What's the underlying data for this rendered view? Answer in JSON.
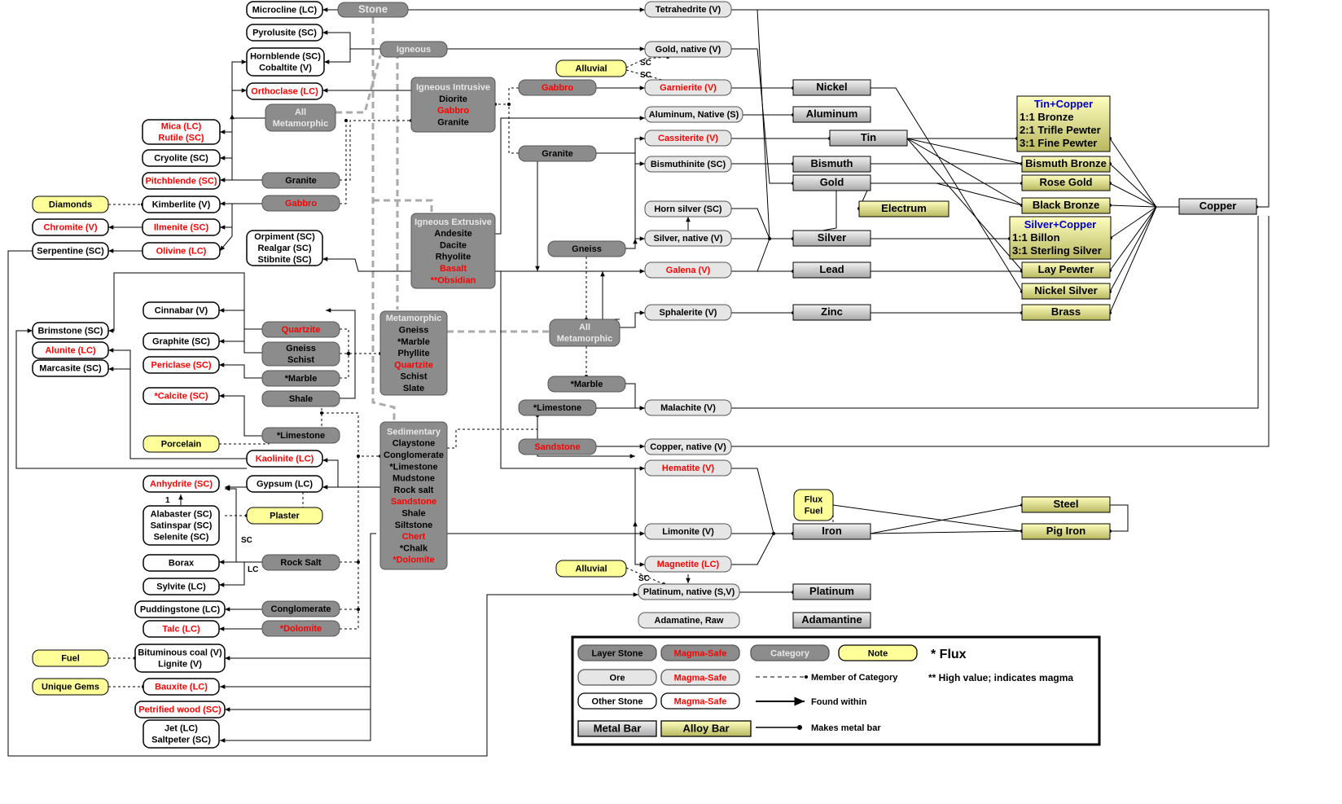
{
  "colors": {
    "layer_stone": "#8c8c8c",
    "ore": "#e6e6e6",
    "other_stone": "#ffffff",
    "note": "#ffff99",
    "category": "#8c8c8c",
    "metal_bar": "#d0d0d0",
    "alloy_bar": "#e8e8a0",
    "safe_text": "#ff0000",
    "title_blue": "#0000cc"
  },
  "nodes": [
    {
      "id": "stone",
      "kind": "layer",
      "lines": [
        "Stone"
      ]
    },
    {
      "id": "microcline",
      "kind": "other",
      "lines": [
        "Microcline (LC)"
      ]
    },
    {
      "id": "pyrolusite",
      "kind": "other",
      "lines": [
        "Pyrolusite (SC)"
      ]
    },
    {
      "id": "hornblende",
      "kind": "other",
      "lines": [
        "Hornblende (SC)",
        "Cobaltite (V)"
      ]
    },
    {
      "id": "orthoclase",
      "kind": "other",
      "lines": [
        "Orthoclase (LC)"
      ],
      "red": [
        0
      ]
    },
    {
      "id": "mica",
      "kind": "other",
      "lines": [
        "Mica (LC)",
        "Rutile (SC)"
      ],
      "red": [
        0,
        1
      ]
    },
    {
      "id": "cryolite",
      "kind": "other",
      "lines": [
        "Cryolite (SC)"
      ]
    },
    {
      "id": "pitchblende",
      "kind": "other",
      "lines": [
        "Pitchblende (SC)"
      ],
      "red": [
        0
      ]
    },
    {
      "id": "diamonds",
      "kind": "note",
      "lines": [
        "Diamonds"
      ]
    },
    {
      "id": "kimberlite",
      "kind": "other",
      "lines": [
        "Kimberlite (V)"
      ]
    },
    {
      "id": "chromite",
      "kind": "other",
      "lines": [
        "Chromite (V)"
      ],
      "red": [
        0
      ]
    },
    {
      "id": "ilmenite",
      "kind": "other",
      "lines": [
        "Ilmenite (SC)"
      ],
      "red": [
        0
      ]
    },
    {
      "id": "serpentine",
      "kind": "other",
      "lines": [
        "Serpentine (SC)"
      ]
    },
    {
      "id": "olivine",
      "kind": "other",
      "lines": [
        "Olivine (LC)"
      ],
      "red": [
        0
      ]
    },
    {
      "id": "orpiment",
      "kind": "other",
      "lines": [
        "Orpiment (SC)",
        "Realgar (SC)",
        "Stibnite (SC)"
      ]
    },
    {
      "id": "igneous",
      "kind": "layer",
      "lines": [
        "Igneous"
      ]
    },
    {
      "id": "allmeta1",
      "kind": "layer",
      "lines": [
        "All",
        "Metamorphic"
      ]
    },
    {
      "id": "ign_intr",
      "kind": "category",
      "title": "Igneous Intrusive",
      "lines": [
        "Diorite",
        "Gabbro",
        "Granite"
      ],
      "red": [
        1
      ]
    },
    {
      "id": "granite_l",
      "kind": "layer",
      "lines": [
        "Granite"
      ]
    },
    {
      "id": "gabbro_l",
      "kind": "layer",
      "lines": [
        "Gabbro"
      ],
      "red": [
        0
      ]
    },
    {
      "id": "ign_extr",
      "kind": "category",
      "title": "Igneous Extrusive",
      "lines": [
        "Andesite",
        "Dacite",
        "Rhyolite",
        "Basalt",
        "**Obsidian"
      ],
      "red": [
        3,
        4
      ]
    },
    {
      "id": "brimstone",
      "kind": "other",
      "lines": [
        "Brimstone (SC)"
      ]
    },
    {
      "id": "alunite",
      "kind": "other",
      "lines": [
        "Alunite (LC)"
      ],
      "red": [
        0
      ]
    },
    {
      "id": "marcasite",
      "kind": "other",
      "lines": [
        "Marcasite (SC)"
      ]
    },
    {
      "id": "cinnabar",
      "kind": "other",
      "lines": [
        "Cinnabar (V)"
      ]
    },
    {
      "id": "graphite",
      "kind": "other",
      "lines": [
        "Graphite (SC)"
      ]
    },
    {
      "id": "periclase",
      "kind": "other",
      "lines": [
        "Periclase (SC)"
      ],
      "red": [
        0
      ]
    },
    {
      "id": "calcite",
      "kind": "other",
      "lines": [
        "*Calcite (SC)"
      ],
      "red": [
        0
      ]
    },
    {
      "id": "quartzite_l",
      "kind": "layer",
      "lines": [
        "Quartzite"
      ],
      "red": [
        0
      ]
    },
    {
      "id": "gneiss_schist",
      "kind": "layer",
      "lines": [
        "Gneiss",
        "Schist"
      ]
    },
    {
      "id": "marble_l",
      "kind": "layer",
      "lines": [
        "*Marble"
      ]
    },
    {
      "id": "shale_l",
      "kind": "layer",
      "lines": [
        "Shale"
      ]
    },
    {
      "id": "limestone_l",
      "kind": "layer",
      "lines": [
        "*Limestone"
      ]
    },
    {
      "id": "metamorphic",
      "kind": "category",
      "title": "Metamorphic",
      "lines": [
        "Gneiss",
        "*Marble",
        "Phyllite",
        "Quartzite",
        "Schist",
        "Slate"
      ],
      "red": [
        3
      ]
    },
    {
      "id": "porcelain",
      "kind": "note",
      "lines": [
        "Porcelain"
      ]
    },
    {
      "id": "kaolinite",
      "kind": "other",
      "lines": [
        "Kaolinite (LC)"
      ],
      "red": [
        0
      ]
    },
    {
      "id": "anhydrite",
      "kind": "other",
      "lines": [
        "Anhydrite (SC)"
      ],
      "red": [
        0
      ]
    },
    {
      "id": "gypsum",
      "kind": "other",
      "lines": [
        "Gypsum (LC)"
      ]
    },
    {
      "id": "alabaster",
      "kind": "other",
      "lines": [
        "Alabaster (SC)",
        "Satinspar (SC)",
        "Selenite (SC)"
      ]
    },
    {
      "id": "plaster",
      "kind": "note",
      "lines": [
        "Plaster"
      ]
    },
    {
      "id": "borax",
      "kind": "other",
      "lines": [
        "Borax"
      ]
    },
    {
      "id": "rocksalt_l",
      "kind": "layer",
      "lines": [
        "Rock Salt"
      ]
    },
    {
      "id": "sylvite",
      "kind": "other",
      "lines": [
        "Sylvite (LC)"
      ]
    },
    {
      "id": "puddingstone",
      "kind": "other",
      "lines": [
        "Puddingstone (LC)"
      ]
    },
    {
      "id": "conglomerate_l",
      "kind": "layer",
      "lines": [
        "Conglomerate"
      ]
    },
    {
      "id": "talc",
      "kind": "other",
      "lines": [
        "Talc (LC)"
      ],
      "red": [
        0
      ]
    },
    {
      "id": "dolomite_l",
      "kind": "layer",
      "lines": [
        "*Dolomite"
      ],
      "red": [
        0
      ]
    },
    {
      "id": "fuel",
      "kind": "note",
      "lines": [
        "Fuel"
      ]
    },
    {
      "id": "bituminous",
      "kind": "other",
      "lines": [
        "Bituminous coal (V)",
        "Lignite (V)"
      ]
    },
    {
      "id": "uniquegems",
      "kind": "note",
      "lines": [
        "Unique Gems"
      ]
    },
    {
      "id": "bauxite",
      "kind": "other",
      "lines": [
        "Bauxite (LC)"
      ],
      "red": [
        0
      ]
    },
    {
      "id": "petrified",
      "kind": "other",
      "lines": [
        "Petrified wood (SC)"
      ],
      "red": [
        0
      ]
    },
    {
      "id": "jet",
      "kind": "other",
      "lines": [
        "Jet (LC)",
        "Saltpeter (SC)"
      ]
    },
    {
      "id": "sedimentary",
      "kind": "category",
      "title": "Sedimentary",
      "lines": [
        "Claystone",
        "Conglomerate",
        "*Limestone",
        "Mudstone",
        "Rock salt",
        "Sandstone",
        "Shale",
        "Siltstone",
        "Chert",
        "*Chalk",
        "*Dolomite"
      ],
      "red": [
        5,
        8,
        10
      ]
    },
    {
      "id": "alluvial1",
      "kind": "note",
      "lines": [
        "Alluvial"
      ]
    },
    {
      "id": "gabbro_r",
      "kind": "layer",
      "lines": [
        "Gabbro"
      ],
      "red": [
        0
      ]
    },
    {
      "id": "granite_r",
      "kind": "layer",
      "lines": [
        "Granite"
      ]
    },
    {
      "id": "gneiss_r",
      "kind": "layer",
      "lines": [
        "Gneiss"
      ]
    },
    {
      "id": "allmeta2",
      "kind": "layer",
      "lines": [
        "All",
        "Metamorphic"
      ]
    },
    {
      "id": "marble_r",
      "kind": "layer",
      "lines": [
        "*Marble"
      ]
    },
    {
      "id": "limestone_r",
      "kind": "layer",
      "lines": [
        "*Limestone"
      ]
    },
    {
      "id": "sandstone_r",
      "kind": "layer",
      "lines": [
        "Sandstone"
      ],
      "red": [
        0
      ]
    },
    {
      "id": "alluvial2",
      "kind": "note",
      "lines": [
        "Alluvial"
      ]
    },
    {
      "id": "tetrahedrite",
      "kind": "ore",
      "lines": [
        "Tetrahedrite (V)"
      ]
    },
    {
      "id": "goldnative",
      "kind": "ore",
      "lines": [
        "Gold, native (V)"
      ]
    },
    {
      "id": "garnierite",
      "kind": "ore",
      "lines": [
        "Garnierite (V)"
      ],
      "red": [
        0
      ]
    },
    {
      "id": "alnative",
      "kind": "ore",
      "lines": [
        "Aluminum, Native (S)"
      ]
    },
    {
      "id": "cassiterite",
      "kind": "ore",
      "lines": [
        "Cassiterite (V)"
      ],
      "red": [
        0
      ]
    },
    {
      "id": "bismuthinite",
      "kind": "ore",
      "lines": [
        "Bismuthinite (SC)"
      ]
    },
    {
      "id": "hornsilver",
      "kind": "ore",
      "lines": [
        "Horn silver (SC)"
      ]
    },
    {
      "id": "silvernative",
      "kind": "ore",
      "lines": [
        "Silver, native (V)"
      ]
    },
    {
      "id": "galena",
      "kind": "ore",
      "lines": [
        "Galena (V)"
      ],
      "red": [
        0
      ]
    },
    {
      "id": "sphalerite",
      "kind": "ore",
      "lines": [
        "Sphalerite (V)"
      ]
    },
    {
      "id": "malachite",
      "kind": "ore",
      "lines": [
        "Malachite (V)"
      ]
    },
    {
      "id": "coppernative",
      "kind": "ore",
      "lines": [
        "Copper, native (V)"
      ]
    },
    {
      "id": "hematite",
      "kind": "ore",
      "lines": [
        "Hematite (V)"
      ],
      "red": [
        0
      ]
    },
    {
      "id": "limonite",
      "kind": "ore",
      "lines": [
        "Limonite (V)"
      ]
    },
    {
      "id": "magnetite",
      "kind": "ore",
      "lines": [
        "Magnetite (LC)"
      ],
      "red": [
        0
      ]
    },
    {
      "id": "platnative",
      "kind": "ore",
      "lines": [
        "Platinum, native (S,V)"
      ]
    },
    {
      "id": "adamraw",
      "kind": "ore",
      "lines": [
        "Adamatine, Raw"
      ]
    },
    {
      "id": "nickel",
      "kind": "metal",
      "lines": [
        "Nickel"
      ]
    },
    {
      "id": "aluminum",
      "kind": "metal",
      "lines": [
        "Aluminum"
      ]
    },
    {
      "id": "tin",
      "kind": "metal",
      "lines": [
        "Tin"
      ]
    },
    {
      "id": "bismuth",
      "kind": "metal",
      "lines": [
        "Bismuth"
      ]
    },
    {
      "id": "gold",
      "kind": "metal",
      "lines": [
        "Gold"
      ]
    },
    {
      "id": "silver",
      "kind": "metal",
      "lines": [
        "Silver"
      ]
    },
    {
      "id": "lead",
      "kind": "metal",
      "lines": [
        "Lead"
      ]
    },
    {
      "id": "zinc",
      "kind": "metal",
      "lines": [
        "Zinc"
      ]
    },
    {
      "id": "iron",
      "kind": "metal",
      "lines": [
        "Iron"
      ]
    },
    {
      "id": "platinum",
      "kind": "metal",
      "lines": [
        "Platinum"
      ]
    },
    {
      "id": "adamantine",
      "kind": "metal",
      "lines": [
        "Adamantine"
      ]
    },
    {
      "id": "copper",
      "kind": "metal",
      "lines": [
        "Copper"
      ]
    },
    {
      "id": "electrum",
      "kind": "alloy",
      "lines": [
        "Electrum"
      ]
    },
    {
      "id": "tincopper",
      "kind": "alloy",
      "title": "Tin+Copper",
      "lines": [
        "1:1 Bronze",
        "2:1 Trifle Pewter",
        "3:1 Fine Pewter"
      ]
    },
    {
      "id": "bismuthbronze",
      "kind": "alloy",
      "lines": [
        "Bismuth Bronze"
      ]
    },
    {
      "id": "rosegold",
      "kind": "alloy",
      "lines": [
        "Rose Gold"
      ]
    },
    {
      "id": "blackbronze",
      "kind": "alloy",
      "lines": [
        "Black Bronze"
      ]
    },
    {
      "id": "silvercopper",
      "kind": "alloy",
      "title": "Silver+Copper",
      "lines": [
        "1:1 Billon",
        "3:1 Sterling Silver"
      ]
    },
    {
      "id": "laypewter",
      "kind": "alloy",
      "lines": [
        "Lay Pewter"
      ]
    },
    {
      "id": "nickelsilver",
      "kind": "alloy",
      "lines": [
        "Nickel Silver"
      ]
    },
    {
      "id": "brass",
      "kind": "alloy",
      "lines": [
        "Brass"
      ]
    },
    {
      "id": "fluxfuel",
      "kind": "note",
      "lines": [
        "Flux",
        "Fuel"
      ]
    },
    {
      "id": "steel",
      "kind": "alloy",
      "lines": [
        "Steel"
      ]
    },
    {
      "id": "pigiron",
      "kind": "alloy",
      "lines": [
        "Pig Iron"
      ]
    }
  ],
  "labels": [
    "SC",
    "SC",
    "SC",
    "1",
    "SC",
    "LC"
  ],
  "legend": {
    "layer_stone": "Layer Stone",
    "magma_safe": "Magma-Safe",
    "category": "Category",
    "note": "Note",
    "flux": "* Flux",
    "ore": "Ore",
    "member": "Member of Category",
    "high_value": "** High value; indicates magma",
    "other_stone": "Other Stone",
    "found_within": "Found within",
    "metal_bar": "Metal Bar",
    "alloy_bar": "Alloy Bar",
    "makes_bar": "Makes metal bar"
  }
}
